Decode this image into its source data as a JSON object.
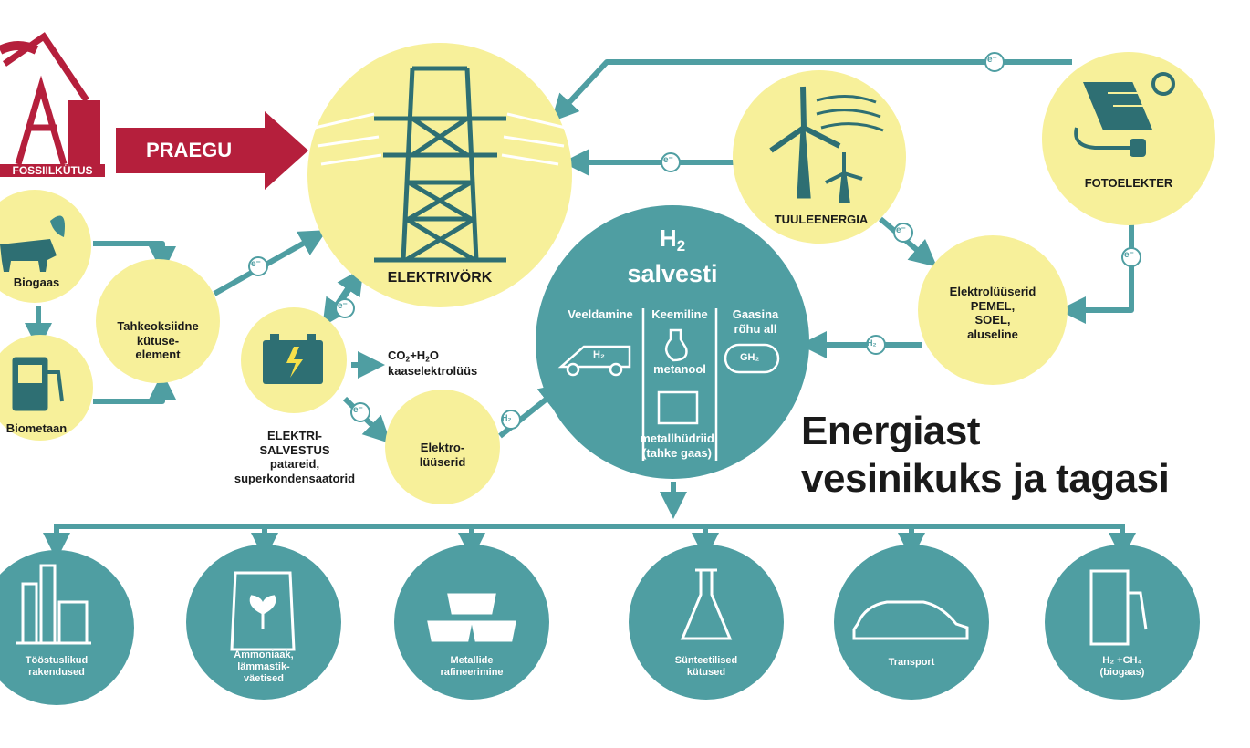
{
  "title": {
    "line1": "Energiast",
    "line2": "vesinikuks ja tagasi"
  },
  "top": {
    "fossil": "FOSSIILKÜTUS",
    "arrow": "PRAEGU"
  },
  "grid": {
    "label": "ELEKTRIVÖRK"
  },
  "wind": {
    "label": "TUULEENERGIA"
  },
  "solar": {
    "label": "FOTOELEKTER"
  },
  "biogas": {
    "label": "Biogaas"
  },
  "biomethane": {
    "label": "Biometaan"
  },
  "fuelcell": {
    "line1": "Tahkeoksiidne",
    "line2": "kütuse-",
    "line3": "element"
  },
  "electrolyzers_right": {
    "line1": "Elektrolüüserid",
    "line2": "PEMEL,",
    "line3": "SOEL,",
    "line4": "aluseline"
  },
  "electrolyzers_small": {
    "line1": "Elektro-",
    "line2": "lüüserid"
  },
  "storage_elec": {
    "line1": "ELEKTRI-",
    "line2": "SALVESTUS",
    "line3": "patareid,",
    "line4": "superkondensaatorid"
  },
  "co2": {
    "formula_pre": "CO",
    "formula_mid": "+H",
    "formula_post": "O",
    "sub": "2",
    "line2": "kaaselektrolüüs"
  },
  "h2store": {
    "h": "H",
    "sub": "2",
    "name": "salvesti",
    "col1": "Veeldamine",
    "col2": "Keemiline",
    "col3_line1": "Gaasina",
    "col3_line2": "rõhu all",
    "metanool": "metanool",
    "hydrides_line1": "metallhüdriid",
    "hydrides_line2": "(tahke gaas)",
    "truck_label": "H₂",
    "tank_label": "GH₂"
  },
  "flow": {
    "e": "e⁻",
    "h": "H₂"
  },
  "bottom": [
    {
      "line1": "Tööstuslikud",
      "line2": "rakendused"
    },
    {
      "line1": "Ammoniaak,",
      "line2": "lämmastik-",
      "line3": "väetised"
    },
    {
      "line1": "Metallide",
      "line2": "rafineerimine"
    },
    {
      "line1": "Sünteetilised",
      "line2": "kütused"
    },
    {
      "line1": "Transport"
    },
    {
      "line1": "H₂ +CH₄",
      "line2": "(biogaas)"
    }
  ],
  "colors": {
    "yellow": "#f7f09a",
    "teal": "#4f9ea2",
    "teal_dark": "#3e8a8e",
    "red": "#b51f3c",
    "ink": "#1a1a1a"
  }
}
